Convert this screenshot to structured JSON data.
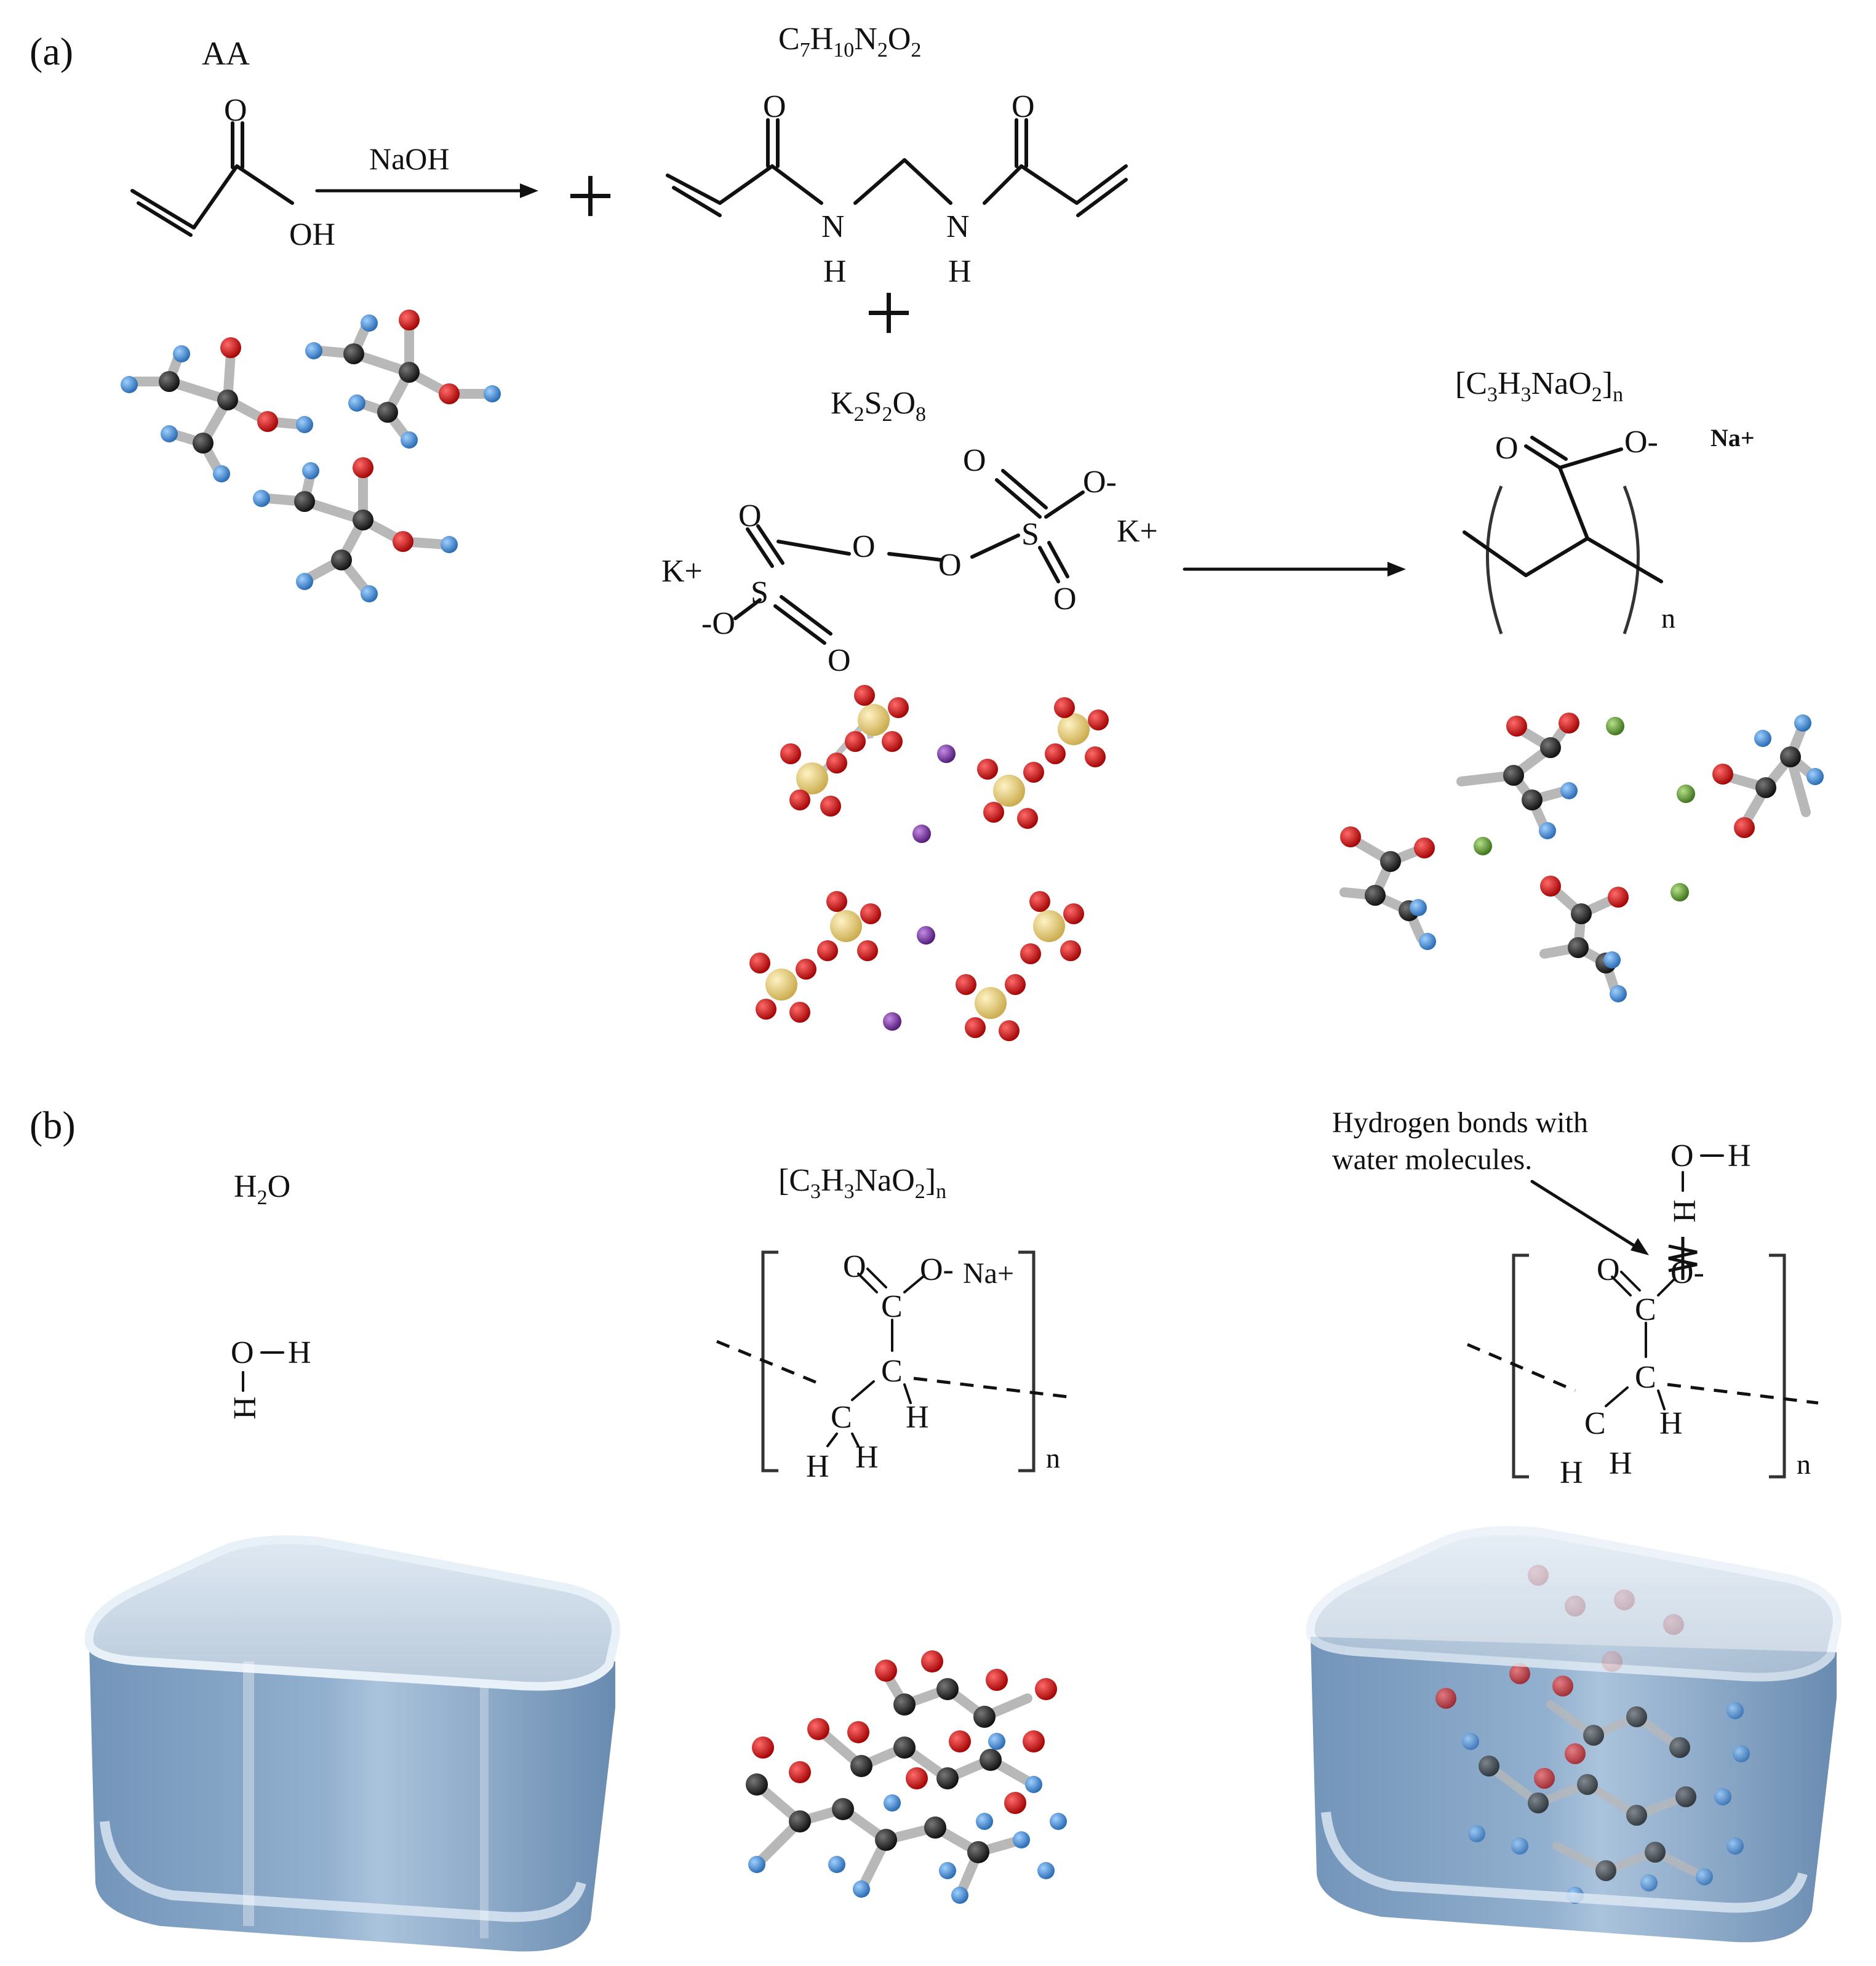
{
  "panels": {
    "a": {
      "label": "(a)",
      "aa": {
        "name": "AA",
        "oh": "OH",
        "o": "O"
      },
      "naoh": "NaOH",
      "plus": "+",
      "mba": {
        "formula": "C7H10N2O2",
        "o": "O",
        "n": "N",
        "h": "H"
      },
      "kps": {
        "formula": "K2S2O8",
        "o": "O",
        "s": "S",
        "k_plus": "K+",
        "o_minus": "-O",
        "o_minus_right": "O-"
      },
      "polymer": {
        "formula": "[C3H3NaO2]n",
        "o": "O",
        "o_minus": "O-",
        "na_plus": "Na+",
        "n": "n"
      }
    },
    "b": {
      "label": "(b)",
      "water": {
        "formula": "H2O",
        "o": "O",
        "h": "H"
      },
      "polymer": {
        "formula": "[C3H3NaO2]n",
        "o": "O",
        "o_minus": "O-",
        "na_plus": "Na+",
        "c": "C",
        "h": "H",
        "n": "n"
      },
      "annotation": "Hydrogen bonds with water molecules.",
      "annotation_line1": "Hydrogen bonds with",
      "annotation_line2": "water molecules."
    }
  },
  "colors": {
    "carbon": "#1a1a1a",
    "oxygen": "#d11010",
    "hydrogen": "#3a8ad6",
    "sulfur": "#e6cf7a",
    "potassium": "#7b2fa6",
    "sodium": "#5b9a2e",
    "bond": "#b8b8b8",
    "water_fill": "#5f86b0",
    "water_rim": "#c9dcef"
  }
}
